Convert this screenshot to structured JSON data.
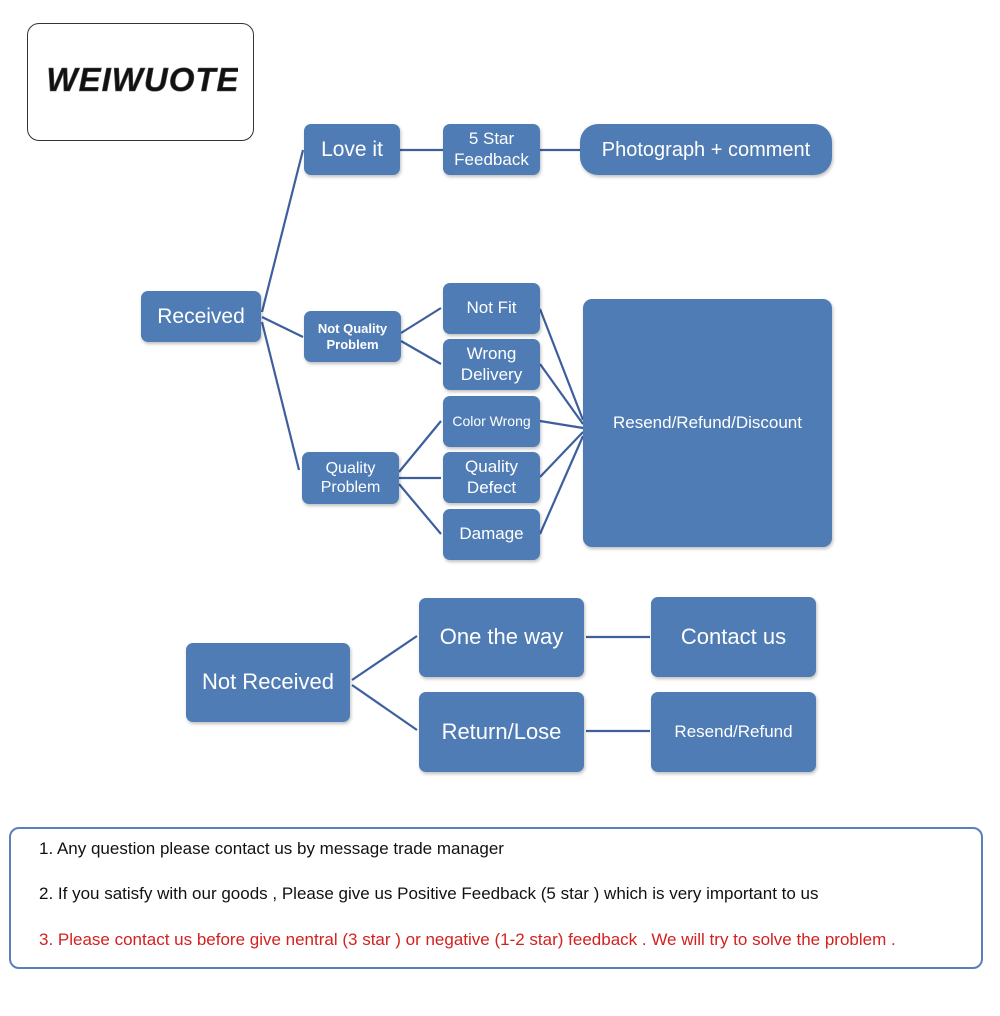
{
  "brand": {
    "logo_text": "WEIWUOTE"
  },
  "diagram": {
    "received": {
      "root": "Received",
      "love_it": "Love it",
      "five_star": "5 Star\nFeedback",
      "photograph": "Photograph + comment",
      "not_quality": "Not Quality\nProblem",
      "quality": "Quality\nProblem",
      "not_fit": "Not Fit",
      "wrong_delivery": "Wrong\nDelivery",
      "color_wrong": "Color Wrong",
      "quality_defect": "Quality\nDefect",
      "damage": "Damage",
      "resolution": "Resend/Refund/Discount"
    },
    "not_received": {
      "root": "Not Received",
      "one_the_way": "One the way",
      "return_lose": "Return/Lose",
      "contact_us": "Contact us",
      "resend_refund": "Resend/Refund"
    }
  },
  "notes": [
    "1. Any question please contact us by message trade manager",
    "2. If you satisfy with our goods , Please give us Positive Feedback (5 star ) which is very important to us",
    "3. Please contact us before give nentral (3 star ) or negative (1-2 star) feedback . We will try to solve the problem ."
  ],
  "colors": {
    "node_fill": "#4f7cb4",
    "connector": "#3d5f9e",
    "warning_text": "#d42020"
  }
}
